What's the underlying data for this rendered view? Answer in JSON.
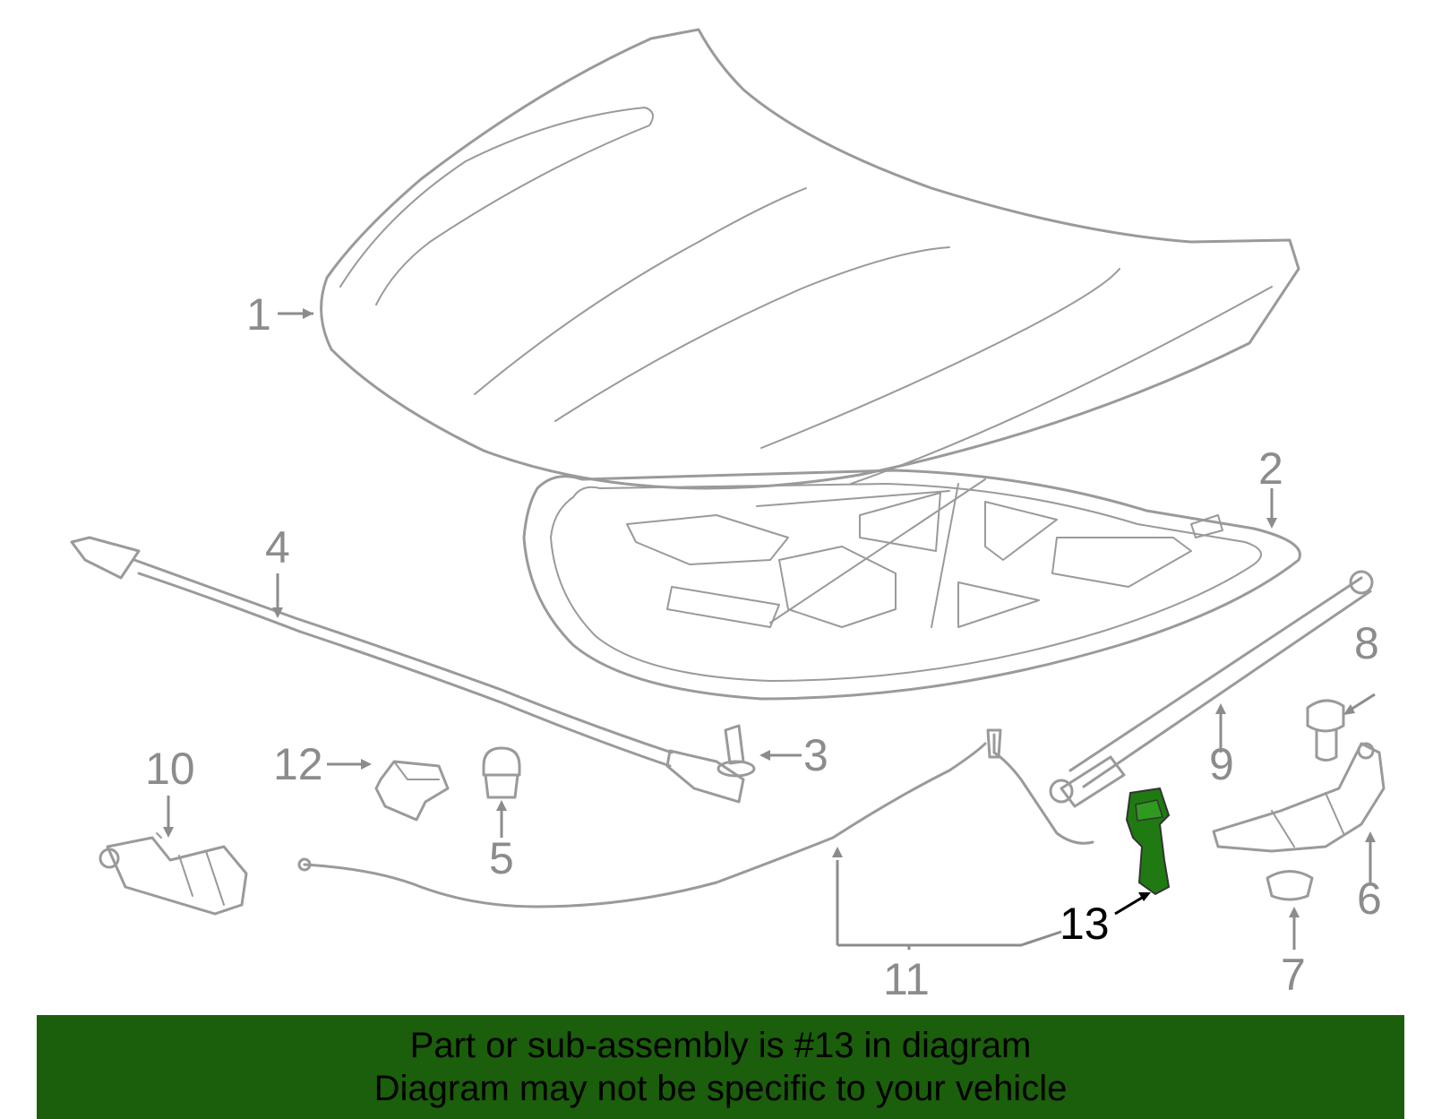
{
  "callouts": {
    "c1": "1",
    "c2": "2",
    "c3": "3",
    "c4": "4",
    "c5": "5",
    "c6": "6",
    "c7": "7",
    "c8": "8",
    "c9": "9",
    "c10": "10",
    "c11": "11",
    "c12": "12",
    "c13": "13"
  },
  "colors": {
    "line_art": "#9a9a9a",
    "highlight_part": "#1f7a12",
    "banner_background": "#1b5e0b",
    "banner_text": "#000000"
  },
  "banner": {
    "line1": "Part or sub-assembly is #13 in diagram",
    "line2": "Diagram may not be specific to your vehicle"
  }
}
